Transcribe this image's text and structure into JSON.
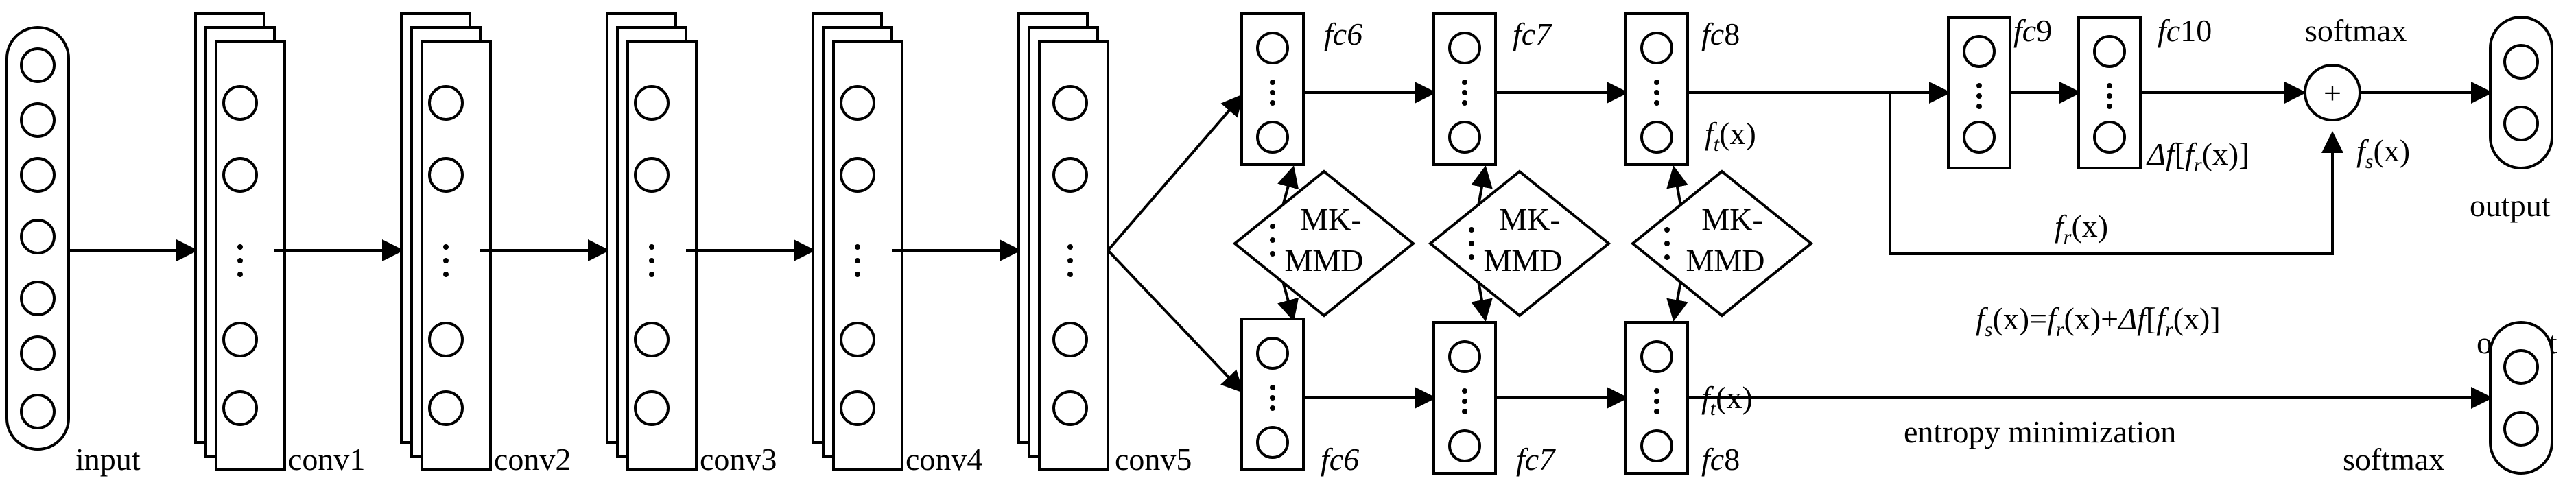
{
  "labels": {
    "input": "input",
    "conv1": "conv1",
    "conv2": "conv2",
    "conv3": "conv3",
    "conv4": "conv4",
    "conv5": "conv5",
    "mkmmd_line1": "MK-",
    "mkmmd_line2": "MMD",
    "softmax_top": "softmax",
    "softmax_bottom": "softmax",
    "output_top": "output",
    "output_bottom": "output",
    "entropy": "entropy minimization",
    "plus": "+"
  },
  "math": {
    "f": "f",
    "sub_t": "t",
    "sub_s": "s",
    "sub_r": "r",
    "fc": "fc",
    "n6": "6",
    "n7": "7",
    "n8": "8",
    "n9": "9",
    "n10": "10",
    "x_paren": "(x)",
    "delta_f": "Δf",
    "lbr": "[",
    "rbr": "]",
    "eq": "=",
    "plus_sign": "+"
  }
}
